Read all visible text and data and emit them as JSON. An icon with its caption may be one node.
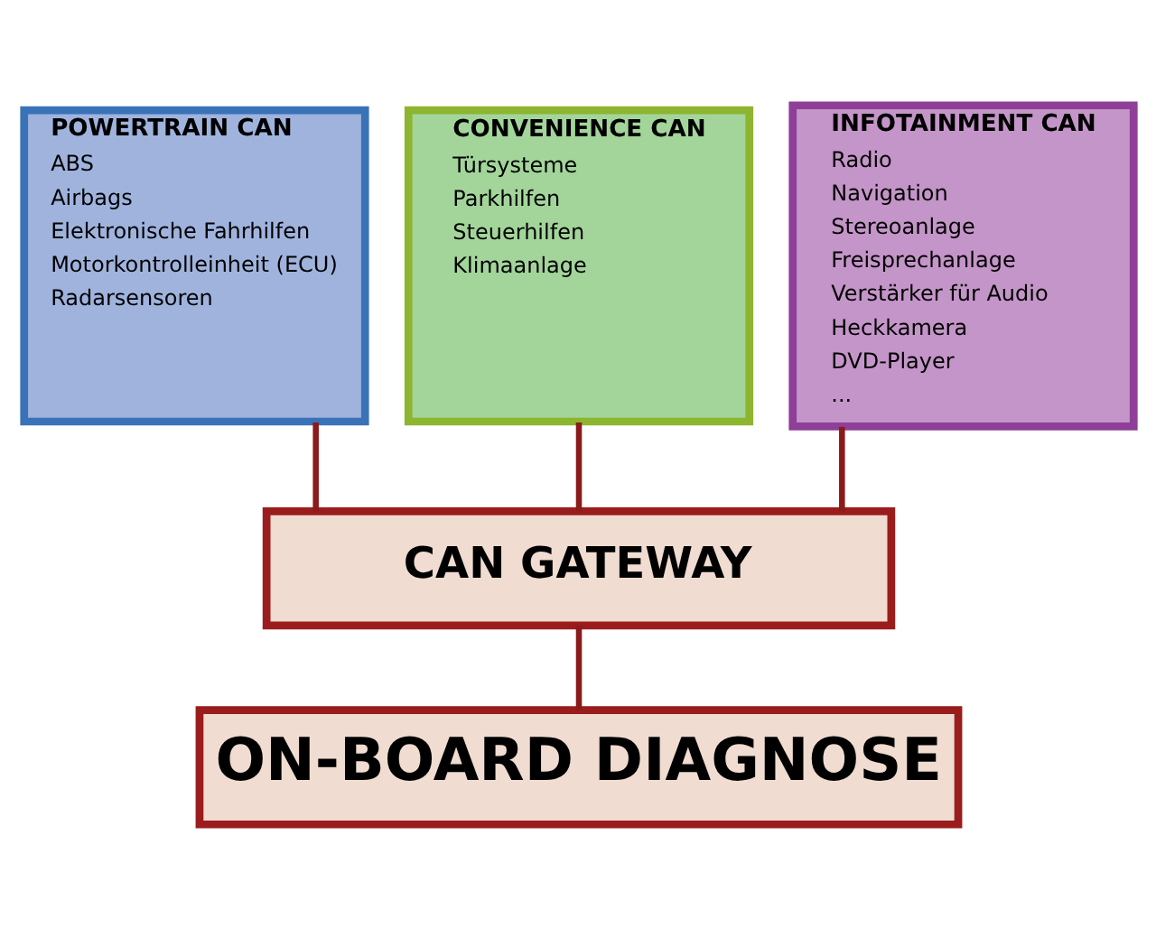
{
  "diagram": {
    "nodes": [
      {
        "text": [
          "POWERTRAIN CAN",
          "ABS",
          "Airbags",
          "Elektronische Fahrhilfen",
          "Motorkontrolleinheit (ECU)",
          "Radarsensoren"
        ]
      },
      {
        "text": [
          "CONVENIENCE CAN",
          "Türsysteme",
          "Parkhilfen",
          "Steuerhilfen",
          "Klimaanlage"
        ]
      },
      {
        "text": [
          "INFOTAINMENT CAN",
          "Radio",
          "Navigation",
          "Stereoanlage",
          "Freisprechanlage",
          "Verstärker für Audio",
          "Heckkamera",
          "DVD-Player",
          "..."
        ]
      },
      {
        "text": [
          "CAN GATEWAY"
        ]
      },
      {
        "text": [
          "ON-BOARD DIAGNOSE"
        ]
      }
    ],
    "edges": [
      {
        "from": 0,
        "to": 3,
        "arrow": "none"
      },
      {
        "from": 1,
        "to": 3,
        "arrow": "none"
      },
      {
        "from": 2,
        "to": 3,
        "arrow": "none"
      },
      {
        "from": 3,
        "to": 4,
        "arrow": "none"
      }
    ]
  }
}
